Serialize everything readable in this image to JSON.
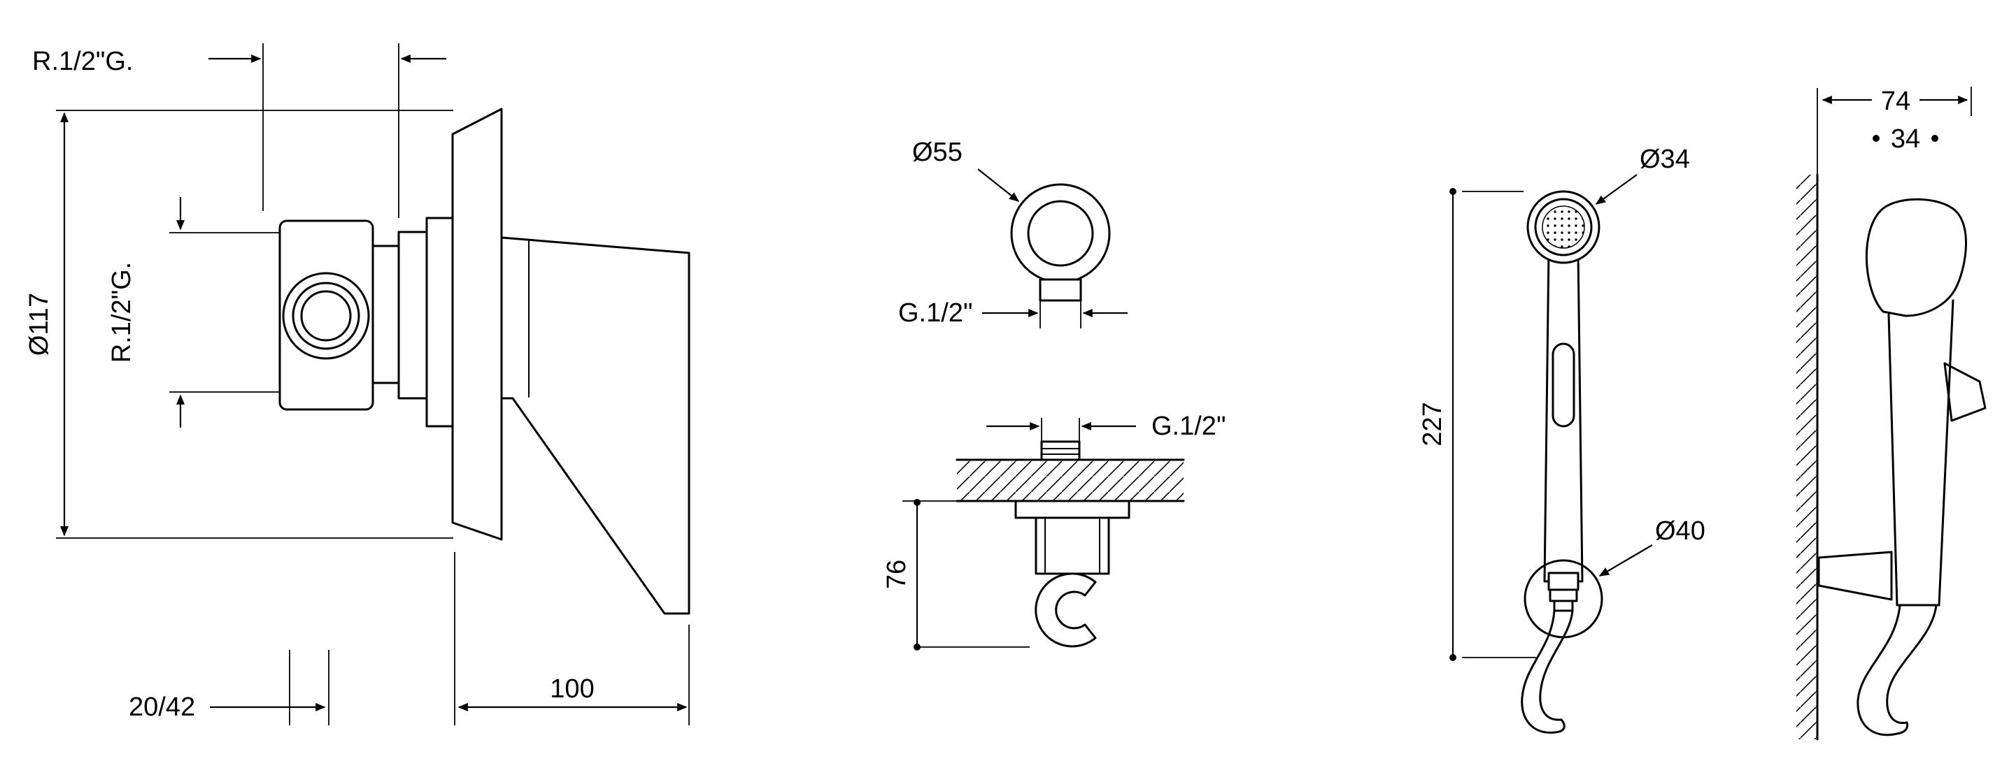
{
  "colors": {
    "line": "#000000",
    "background": "#ffffff"
  },
  "views": {
    "mixer": {
      "label_inlet_top": "R.1/2\"G.",
      "label_plate_diameter": "Ø117",
      "label_inlet_side": "R.1/2\"G.",
      "label_recess_depth": "20/42",
      "label_handle_length": "100"
    },
    "outlet": {
      "label_diameter": "Ø55",
      "label_thread": "G.1/2\""
    },
    "bracket": {
      "label_thread": "G.1/2\"",
      "label_height": "76"
    },
    "handshower_front": {
      "label_head_diameter": "Ø34",
      "label_length": "227",
      "label_holder_diameter": "Ø40"
    },
    "handshower_side": {
      "label_depth": "74",
      "label_inner_depth": "34"
    }
  }
}
